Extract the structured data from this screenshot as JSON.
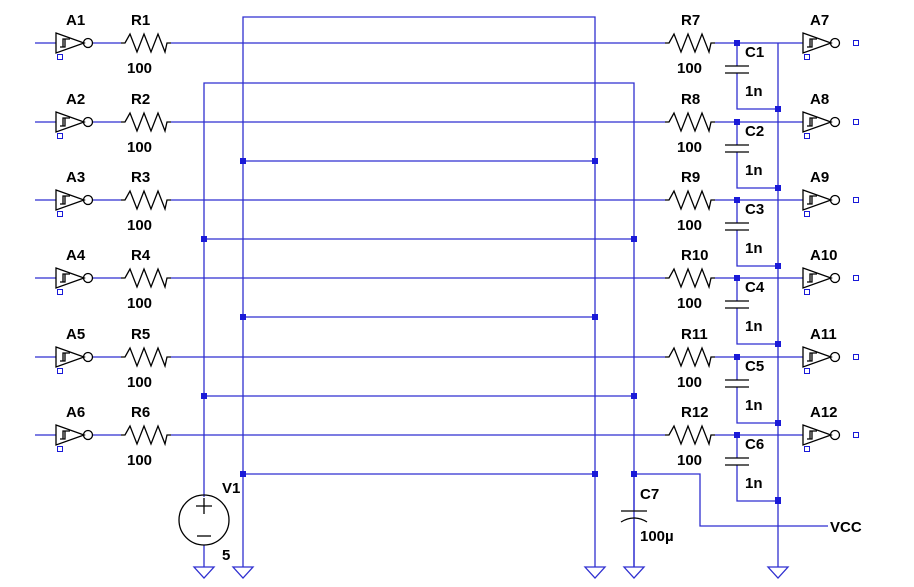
{
  "schematic": {
    "left_channels": [
      {
        "gate": "A1",
        "resistor": "R1",
        "value": "100"
      },
      {
        "gate": "A2",
        "resistor": "R2",
        "value": "100"
      },
      {
        "gate": "A3",
        "resistor": "R3",
        "value": "100"
      },
      {
        "gate": "A4",
        "resistor": "R4",
        "value": "100"
      },
      {
        "gate": "A5",
        "resistor": "R5",
        "value": "100"
      },
      {
        "gate": "A6",
        "resistor": "R6",
        "value": "100"
      }
    ],
    "right_channels": [
      {
        "resistor": "R7",
        "value": "100",
        "capacitor": "C1",
        "cap_value": "1n",
        "gate": "A7"
      },
      {
        "resistor": "R8",
        "value": "100",
        "capacitor": "C2",
        "cap_value": "1n",
        "gate": "A8"
      },
      {
        "resistor": "R9",
        "value": "100",
        "capacitor": "C3",
        "cap_value": "1n",
        "gate": "A9"
      },
      {
        "resistor": "R10",
        "value": "100",
        "capacitor": "C4",
        "cap_value": "1n",
        "gate": "A10"
      },
      {
        "resistor": "R11",
        "value": "100",
        "capacitor": "C5",
        "cap_value": "1n",
        "gate": "A11"
      },
      {
        "resistor": "R12",
        "value": "100",
        "capacitor": "C6",
        "cap_value": "1n",
        "gate": "A12"
      }
    ],
    "source": {
      "name": "V1",
      "value": "5"
    },
    "decoupling": {
      "name": "C7",
      "value": "100µ"
    },
    "net_label": "VCC"
  }
}
